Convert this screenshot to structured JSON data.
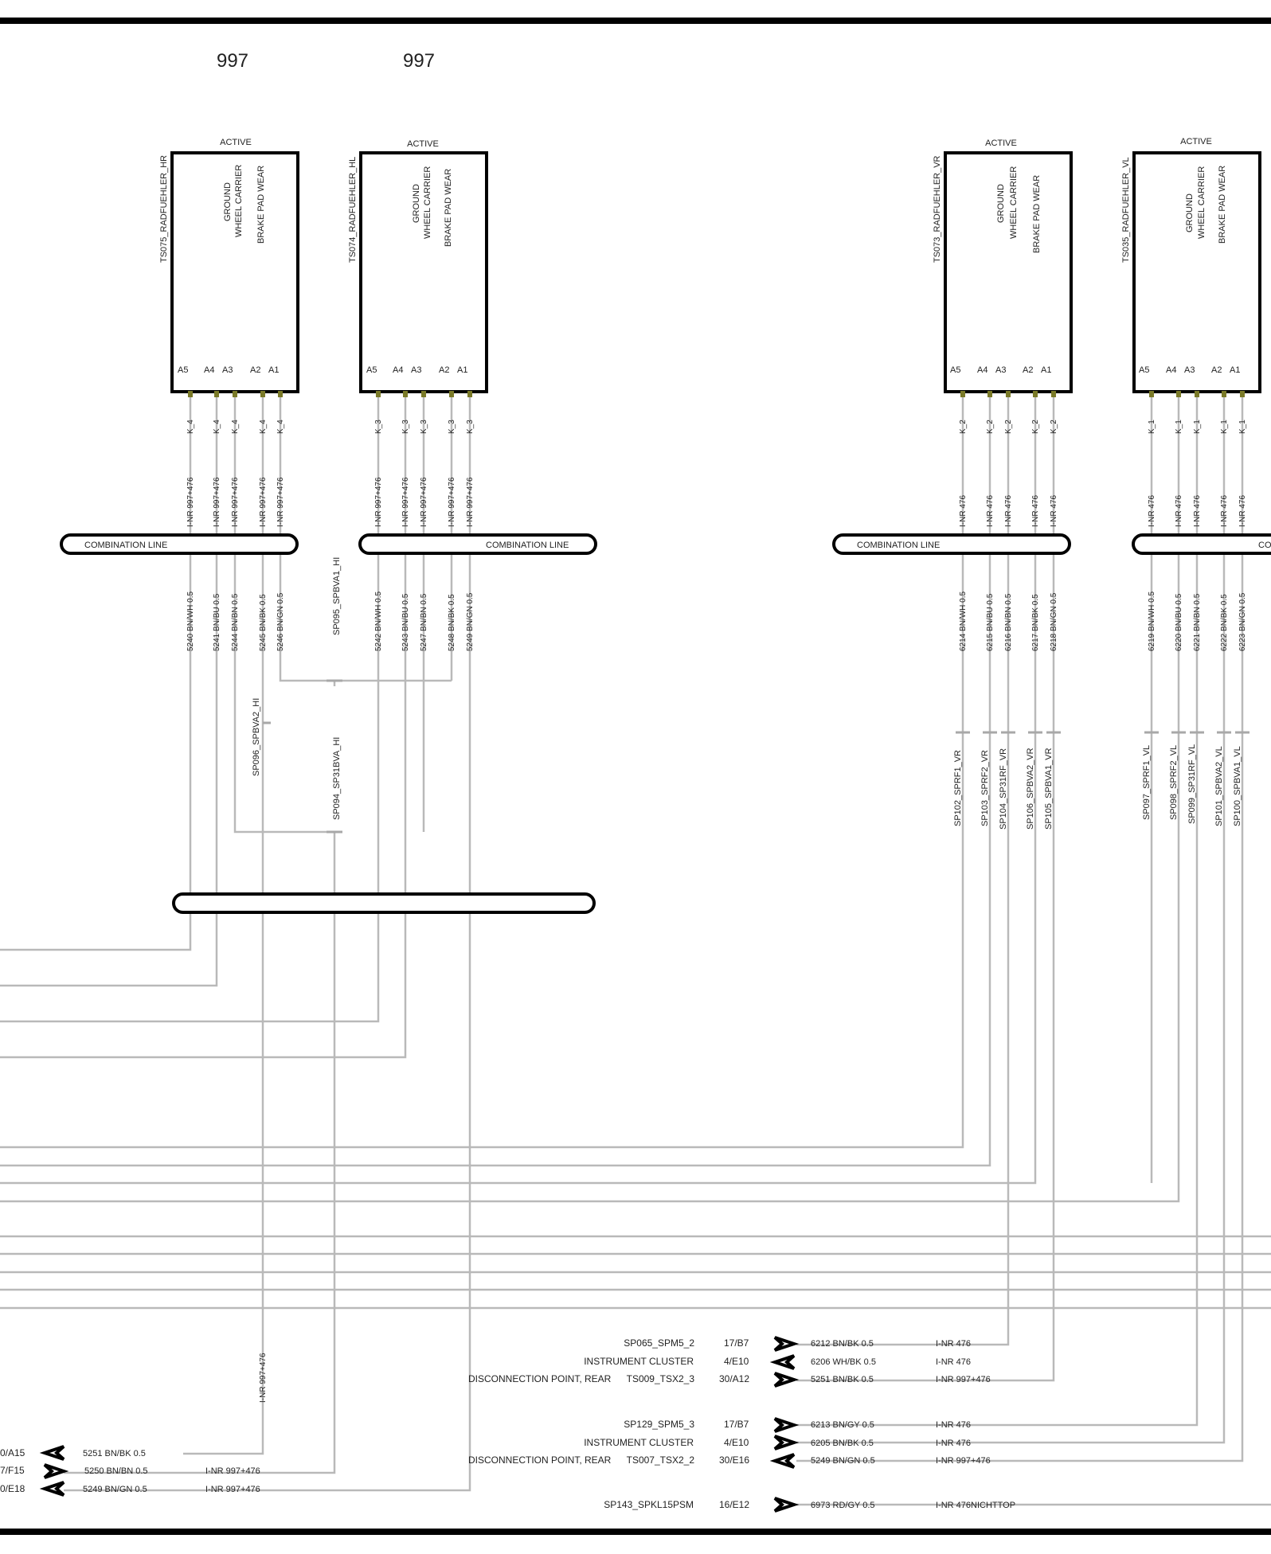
{
  "headers": [
    "997",
    "997"
  ],
  "sensors": [
    {
      "id": "TS075_RADFUEHLER_HR",
      "status": "ACTIVE",
      "lines": [
        "GROUND",
        "WHEEL CARRIER",
        "BRAKE PAD WEAR"
      ],
      "pins": [
        "A5",
        "A4",
        "A3",
        "A2",
        "A1"
      ],
      "conn": "K_4",
      "prefix": "I-NR 997+476"
    },
    {
      "id": "TS074_RADFUEHLER_HL",
      "status": "ACTIVE",
      "lines": [
        "GROUND",
        "WHEEL CARRIER",
        "BRAKE PAD WEAR"
      ],
      "pins": [
        "A5",
        "A4",
        "A3",
        "A2",
        "A1"
      ],
      "conn": "K_3",
      "prefix": "I-NR 997+476"
    },
    {
      "id": "TS073_RADFUEHLER_VR",
      "status": "ACTIVE",
      "lines": [
        "GROUND",
        "WHEEL CARRIER",
        "BRAKE PAD WEAR"
      ],
      "pins": [
        "A5",
        "A4",
        "A3",
        "A2",
        "A1"
      ],
      "conn": "K_2",
      "prefix": "I-NR 476"
    },
    {
      "id": "TS035_RADFUEHLER_VL",
      "status": "ACTIVE",
      "lines": [
        "GROUND",
        "WHEEL CARRIER",
        "BRAKE PAD WEAR"
      ],
      "pins": [
        "A5",
        "A4",
        "A3",
        "A2",
        "A1"
      ],
      "conn": "K_1",
      "prefix": "I-NR 476"
    }
  ],
  "combo_labels": [
    "COMBINATION LINE",
    "COMBINATION LINE",
    "COMBINATION LINE",
    "CO"
  ],
  "wire_labels": [
    [
      "5240 BN/WH 0.5",
      "5241 BN/BU 0.5",
      "5244 BN/BN 0.5",
      "5245 BN/BK 0.5",
      "5246 BN/GN 0.5"
    ],
    [
      "5242 BN/WH 0.5",
      "5243 BN/BU 0.5",
      "5247 BN/BN 0.5",
      "5248 BN/BK 0.5",
      "5249 BN/GN 0.5"
    ],
    [
      "6214 BN/WH 0.5",
      "6215 BN/BU 0.5",
      "6216 BN/BN 0.5",
      "6217 BN/BK 0.5",
      "6218 BN/GN 0.5"
    ],
    [
      "6219 BN/WH 0.5",
      "6220 BN/BU 0.5",
      "6221 BN/BN 0.5",
      "6222 BN/BK 0.5",
      "6223 BN/GN 0.5"
    ]
  ],
  "splices_left": [
    "SP095_SPBVA1_HI",
    "SP096_SPBVA2_HI",
    "SP094_SP31BVA_HI"
  ],
  "splices_vr": [
    "SP102_SPRF1_VR",
    "SP103_SPRF2_VR",
    "SP104_SP31RF_VR",
    "SP106_SPBVA2_VR",
    "SP105_SPBVA1_VR"
  ],
  "splices_vl": [
    "SP097_SPRF1_VL",
    "SP098_SPRF2_VL",
    "SP099_SP31RF_VL",
    "SP101_SPBVA2_VL",
    "SP100_SPBVA1_VL"
  ],
  "vertical_tag": "I-NR 997+476",
  "right_group1": [
    {
      "desc": "",
      "ref": "SP065_SPM5_2",
      "loc": "17/B7",
      "wire": "6212 BN/BK 0.5",
      "inr": "I-NR 476"
    },
    {
      "desc": "INSTRUMENT CLUSTER",
      "ref": "",
      "loc": "4/E10",
      "wire": "6206 WH/BK 0.5",
      "inr": "I-NR 476"
    },
    {
      "desc": "DISCONNECTION POINT, REAR",
      "ref": "TS009_TSX2_3",
      "loc": "30/A12",
      "wire": "5251 BN/BK 0.5",
      "inr": "I-NR 997+476"
    }
  ],
  "right_group2": [
    {
      "desc": "",
      "ref": "SP129_SPM5_3",
      "loc": "17/B7",
      "wire": "6213 BN/GY 0.5",
      "inr": "I-NR 476"
    },
    {
      "desc": "INSTRUMENT CLUSTER",
      "ref": "",
      "loc": "4/E10",
      "wire": "6205 BN/BK 0.5",
      "inr": "I-NR 476"
    },
    {
      "desc": "DISCONNECTION POINT, REAR",
      "ref": "TS007_TSX2_2",
      "loc": "30/E16",
      "wire": "5249 BN/GN 0.5",
      "inr": "I-NR 997+476"
    }
  ],
  "right_single": {
    "ref": "SP143_SPKL15PSM",
    "loc": "16/E12",
    "wire": "6973 RD/GY 0.5",
    "inr": "I-NR 476NICHTTOP"
  },
  "left_refs": [
    {
      "loc": "0/A15",
      "wire": "5251 BN/BK 0.5",
      "inr": ""
    },
    {
      "loc": "7/F15",
      "wire": "5250 BN/BN 0.5",
      "inr": "I-NR 997+476"
    },
    {
      "loc": "0/E18",
      "wire": "5249 BN/GN 0.5",
      "inr": "I-NR 997+476"
    }
  ]
}
